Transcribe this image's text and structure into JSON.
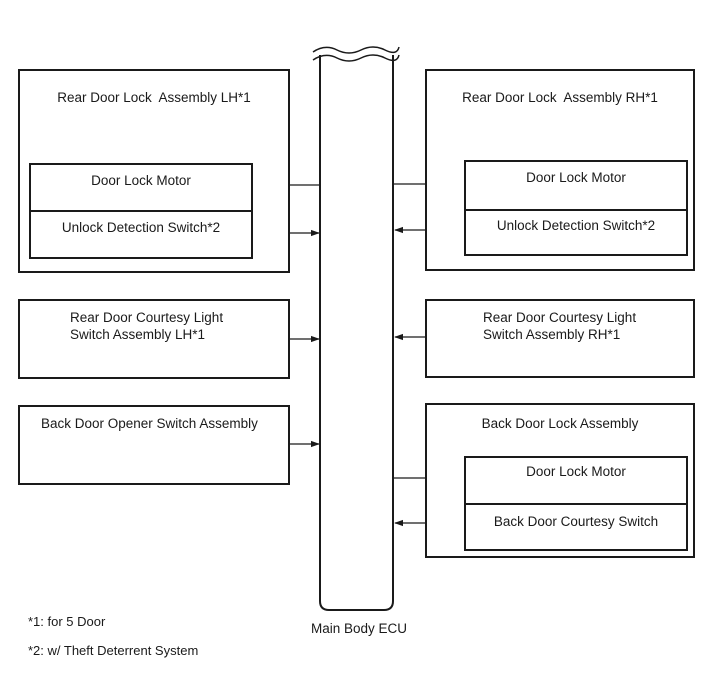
{
  "ecu": {
    "label": "Main Body ECU"
  },
  "left": {
    "rear_lock_lh": {
      "title": "Rear Door Lock  Assembly LH*1",
      "motor": "Door Lock Motor",
      "switch": "Unlock Detection Switch*2"
    },
    "courtesy_lh": {
      "line1": "Rear Door Courtesy Light",
      "line2": "Switch Assembly LH*1"
    },
    "back_opener": {
      "title": "Back Door Opener Switch Assembly"
    }
  },
  "right": {
    "rear_lock_rh": {
      "title": "Rear Door Lock  Assembly RH*1",
      "motor": "Door Lock Motor",
      "switch": "Unlock Detection Switch*2"
    },
    "courtesy_rh": {
      "line1": "Rear Door Courtesy Light",
      "line2": "Switch Assembly RH*1"
    },
    "back_lock": {
      "title": "Back Door Lock Assembly",
      "motor": "Door Lock Motor",
      "switch": "Back Door Courtesy Switch"
    }
  },
  "footnotes": {
    "note1": "*1: for 5 Door",
    "note2": "*2: w/ Theft Deterrent System"
  }
}
